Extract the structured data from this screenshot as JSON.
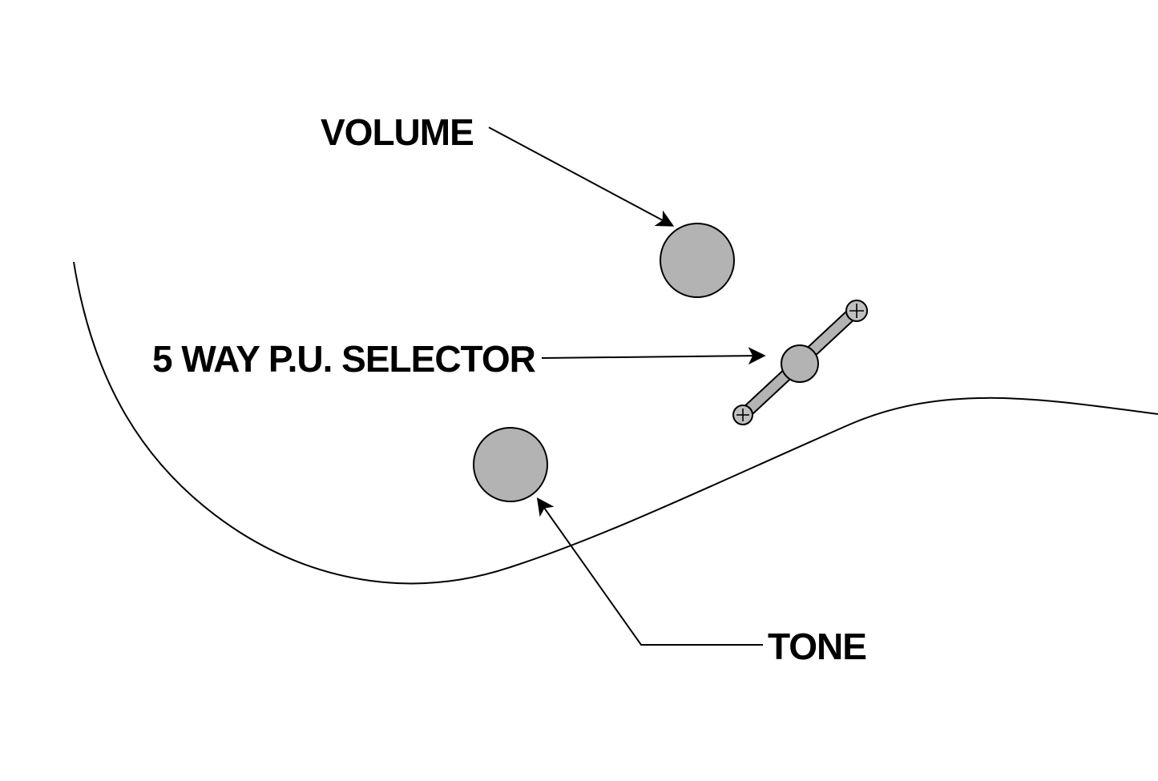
{
  "diagram": {
    "type": "guitar-controls-callout-diagram",
    "labels": {
      "volume": "VOLUME",
      "selector": "5 WAY P.U. SELECTOR",
      "tone": "TONE"
    },
    "components": [
      {
        "name": "volume-knob",
        "label": "VOLUME",
        "shape": "circle"
      },
      {
        "name": "pickup-selector-switch",
        "label": "5 WAY P.U. SELECTOR",
        "shape": "lever-with-screws"
      },
      {
        "name": "tone-knob",
        "label": "TONE",
        "shape": "circle"
      }
    ],
    "colors": {
      "background": "#ffffff",
      "knob_fill": "#b3b3b3",
      "lever_fill": "#b3b3b3",
      "screw_fill": "#c0c0c0",
      "outline": "#000000"
    }
  }
}
